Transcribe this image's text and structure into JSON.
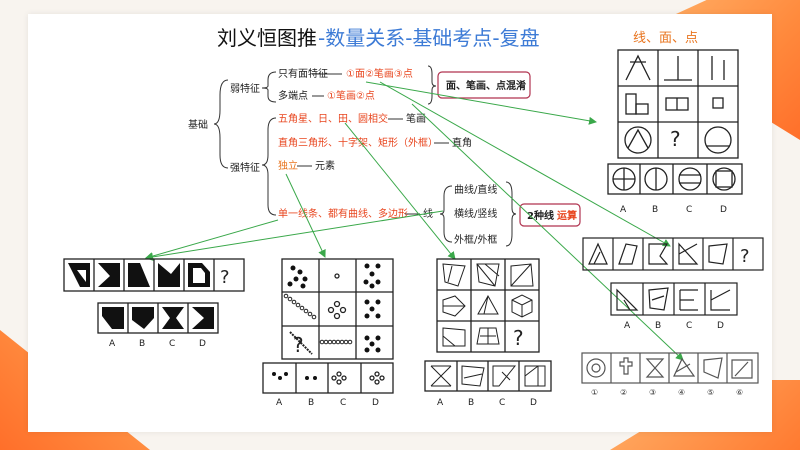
{
  "title": {
    "black": "刘义恒图推",
    "blue": "-数量关系-基础考点-复盘",
    "blue_color": "#3d7bd6"
  },
  "side_title": "线、面、点",
  "accent_color": "#e8451e",
  "tree": {
    "root": "基础",
    "weak": "弱特征",
    "strong": "强特征",
    "only_face": "只有面特征",
    "only_face_value": "①面②笔画③点",
    "multi_end": "多端点",
    "multi_end_value": "①笔画②点",
    "weak_box": "面、笔画、点混淆",
    "s1": "五角星、日、田、圆相交",
    "s1_value": "笔画",
    "s2": "直角三角形、十字架、矩形（外框）",
    "s2_value": "直角",
    "s3": "独立",
    "s3_value": "元素",
    "s4": "单一线条、都有曲线、多边形",
    "s4_value": "线",
    "line1": "曲线/直线",
    "line2": "横线/竖线",
    "line3": "外框/外框",
    "line_box_a": "2种线",
    "line_box_b": "运算"
  },
  "question_mark": "?",
  "options_abcd": [
    "A",
    "B",
    "C",
    "D"
  ],
  "options_num": [
    "①",
    "②",
    "③",
    "④",
    "⑤",
    "⑥"
  ]
}
